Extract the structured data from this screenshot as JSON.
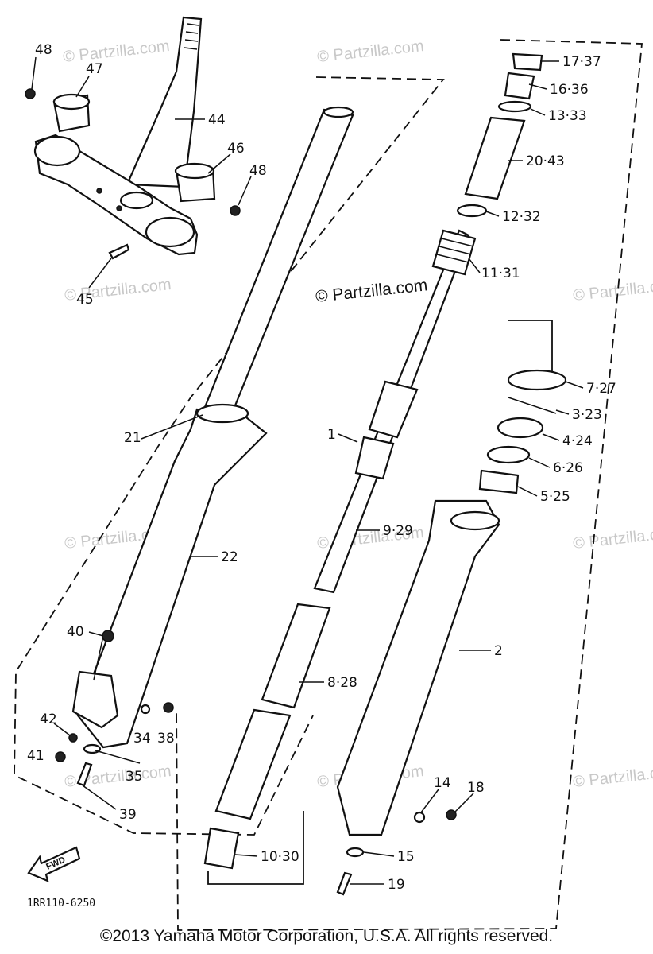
{
  "diagram_code": "1RR110-6250",
  "copyright": "©2013  Yamaha Motor Corporation, U.S.A. All rights reserved.",
  "watermark": "© Partzilla.com",
  "direction_badge": "FWD",
  "callouts": [
    {
      "id": "c48a",
      "text": "48"
    },
    {
      "id": "c47",
      "text": "47"
    },
    {
      "id": "c44",
      "text": "44"
    },
    {
      "id": "c46",
      "text": "46"
    },
    {
      "id": "c48b",
      "text": "48"
    },
    {
      "id": "c45",
      "text": "45"
    },
    {
      "id": "c21",
      "text": "21"
    },
    {
      "id": "c22",
      "text": "22"
    },
    {
      "id": "c40",
      "text": "40"
    },
    {
      "id": "c42",
      "text": "42"
    },
    {
      "id": "c41",
      "text": "41"
    },
    {
      "id": "c34",
      "text": "34"
    },
    {
      "id": "c38",
      "text": "38"
    },
    {
      "id": "c35",
      "text": "35"
    },
    {
      "id": "c39",
      "text": "39"
    },
    {
      "id": "c1",
      "text": "1"
    },
    {
      "id": "c929",
      "text": "9·29"
    },
    {
      "id": "c828",
      "text": "8·28"
    },
    {
      "id": "c1030",
      "text": "10·30"
    },
    {
      "id": "c1737",
      "text": "17·37"
    },
    {
      "id": "c1636",
      "text": "16·36"
    },
    {
      "id": "c1333",
      "text": "13·33"
    },
    {
      "id": "c2043",
      "text": "20·43"
    },
    {
      "id": "c1232",
      "text": "12·32"
    },
    {
      "id": "c1131",
      "text": "11·31"
    },
    {
      "id": "c727",
      "text": "7·27"
    },
    {
      "id": "c323",
      "text": "3·23"
    },
    {
      "id": "c424",
      "text": "4·24"
    },
    {
      "id": "c626",
      "text": "6·26"
    },
    {
      "id": "c525",
      "text": "5·25"
    },
    {
      "id": "c2",
      "text": "2"
    },
    {
      "id": "c14",
      "text": "14"
    },
    {
      "id": "c18",
      "text": "18"
    },
    {
      "id": "c15",
      "text": "15"
    },
    {
      "id": "c19",
      "text": "19"
    }
  ]
}
